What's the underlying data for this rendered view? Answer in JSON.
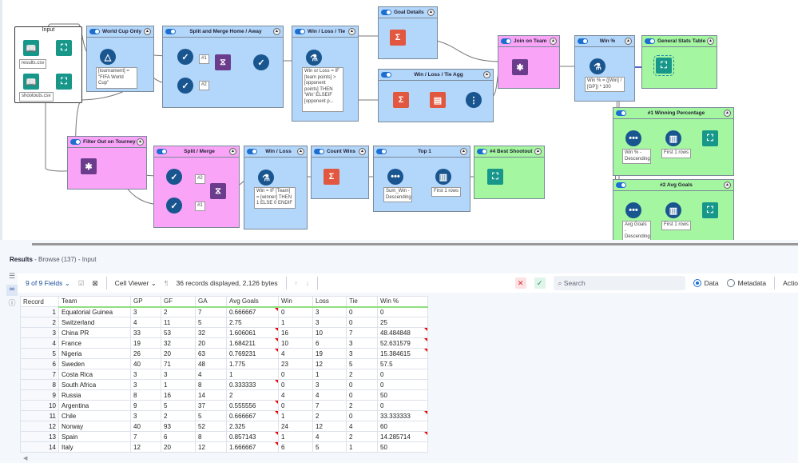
{
  "canvas": {
    "containers": [
      {
        "id": "input",
        "title": "Input",
        "style": "white"
      },
      {
        "id": "wc",
        "title": "World Cup Only",
        "style": "blue"
      },
      {
        "id": "smha",
        "title": "Split and Merge Home / Away",
        "style": "blue"
      },
      {
        "id": "wlt",
        "title": "Win / Loss / Tie",
        "style": "blue"
      },
      {
        "id": "gd",
        "title": "Goal Details",
        "style": "blue"
      },
      {
        "id": "wlta",
        "title": "Win / Loss / Tie Agg",
        "style": "blue"
      },
      {
        "id": "jot",
        "title": "Join on Team",
        "style": "pink"
      },
      {
        "id": "wp",
        "title": "Win %",
        "style": "blue"
      },
      {
        "id": "gst",
        "title": "General Stats Table",
        "style": "green"
      },
      {
        "id": "w1",
        "title": "#1 Winning Percentage",
        "style": "green"
      },
      {
        "id": "w2",
        "title": "#2 Avg Goals",
        "style": "green"
      },
      {
        "id": "fot",
        "title": "Filter Out on Tourney",
        "style": "pink"
      },
      {
        "id": "sm",
        "title": "Split / Merge",
        "style": "pink"
      },
      {
        "id": "wl",
        "title": "Win / Loss",
        "style": "blue"
      },
      {
        "id": "cw",
        "title": "Count Wins",
        "style": "blue"
      },
      {
        "id": "t1",
        "title": "Top 1",
        "style": "blue"
      },
      {
        "id": "bs",
        "title": "#4 Best Shootout",
        "style": "green"
      }
    ],
    "annotations": {
      "results": "results.csv",
      "shootouts": "shootouts.csv",
      "filter": "[tournament] = \"FIFA World Cup\"",
      "wlt_formula": "Win or Loss = IF [team points] > [opponent points] THEN 'Win' ELSEIF [opponent p...",
      "winpct_formula": "Win % = ([Win] / [GP]) * 100",
      "win_formula": "Win = IF [Team] = [winner] THEN 1 ELSE 0 ENDIF",
      "sort_sumwin": "Sum_Win - Descending",
      "first1": "First 1 rows",
      "sort_winpct": "Win % - Descending",
      "sort_avggoals": "Avg Goals - Descending",
      "union1": "#1",
      "union2": "#2"
    },
    "icons": {
      "input": "book-icon",
      "browse": "binoculars-icon",
      "filter": "filter-triangle-icon",
      "select": "select-check-icon",
      "union": "dna-union-icon",
      "formula": "flask-icon",
      "summarize": "sigma-icon",
      "crosstab": "crosstab-icon",
      "multirow": "multi-row-icon",
      "join": "join-icon",
      "sort": "sort-icon",
      "sample": "sample-icon"
    }
  },
  "results": {
    "title": "Results",
    "subtitle": " - Browse (137) - Input",
    "toolbar": {
      "fields": "9 of 9 Fields",
      "cell_viewer": "Cell Viewer",
      "records": "36 records displayed, 2,126 bytes",
      "search_placeholder": "Search",
      "data": "Data",
      "metadata": "Metadata",
      "actions": "Actio"
    },
    "columns": [
      "Record",
      "Team",
      "GP",
      "GF",
      "GA",
      "Avg Goals",
      "Win",
      "Loss",
      "Tie",
      "Win %"
    ],
    "rows": [
      [
        "1",
        "Equatorial Guinea",
        "3",
        "2",
        "7",
        "0.666667",
        "0",
        "3",
        "0",
        "0"
      ],
      [
        "2",
        "Switzerland",
        "4",
        "11",
        "5",
        "2.75",
        "1",
        "3",
        "0",
        "25"
      ],
      [
        "3",
        "China PR",
        "33",
        "53",
        "32",
        "1.606061",
        "16",
        "10",
        "7",
        "48.484848"
      ],
      [
        "4",
        "France",
        "19",
        "32",
        "20",
        "1.684211",
        "10",
        "6",
        "3",
        "52.631579"
      ],
      [
        "5",
        "Nigeria",
        "26",
        "20",
        "63",
        "0.769231",
        "4",
        "19",
        "3",
        "15.384615"
      ],
      [
        "6",
        "Sweden",
        "40",
        "71",
        "48",
        "1.775",
        "23",
        "12",
        "5",
        "57.5"
      ],
      [
        "7",
        "Costa Rica",
        "3",
        "3",
        "4",
        "1",
        "0",
        "1",
        "2",
        "0"
      ],
      [
        "8",
        "South Africa",
        "3",
        "1",
        "8",
        "0.333333",
        "0",
        "3",
        "0",
        "0"
      ],
      [
        "9",
        "Russia",
        "8",
        "16",
        "14",
        "2",
        "4",
        "4",
        "0",
        "50"
      ],
      [
        "10",
        "Argentina",
        "9",
        "5",
        "37",
        "0.555556",
        "0",
        "7",
        "2",
        "0"
      ],
      [
        "11",
        "Chile",
        "3",
        "2",
        "5",
        "0.666667",
        "1",
        "2",
        "0",
        "33.333333"
      ],
      [
        "12",
        "Norway",
        "40",
        "93",
        "52",
        "2.325",
        "24",
        "12",
        "4",
        "60"
      ],
      [
        "13",
        "Spain",
        "7",
        "6",
        "8",
        "0.857143",
        "1",
        "4",
        "2",
        "14.285714"
      ],
      [
        "14",
        "Italy",
        "12",
        "20",
        "12",
        "1.666667",
        "6",
        "5",
        "1",
        "50"
      ]
    ],
    "truncated_cells": [
      [
        0,
        5
      ],
      [
        2,
        5
      ],
      [
        2,
        9
      ],
      [
        3,
        5
      ],
      [
        3,
        9
      ],
      [
        4,
        5
      ],
      [
        4,
        9
      ],
      [
        7,
        5
      ],
      [
        9,
        5
      ],
      [
        10,
        5
      ],
      [
        10,
        9
      ],
      [
        12,
        5
      ],
      [
        12,
        9
      ],
      [
        13,
        5
      ]
    ]
  }
}
